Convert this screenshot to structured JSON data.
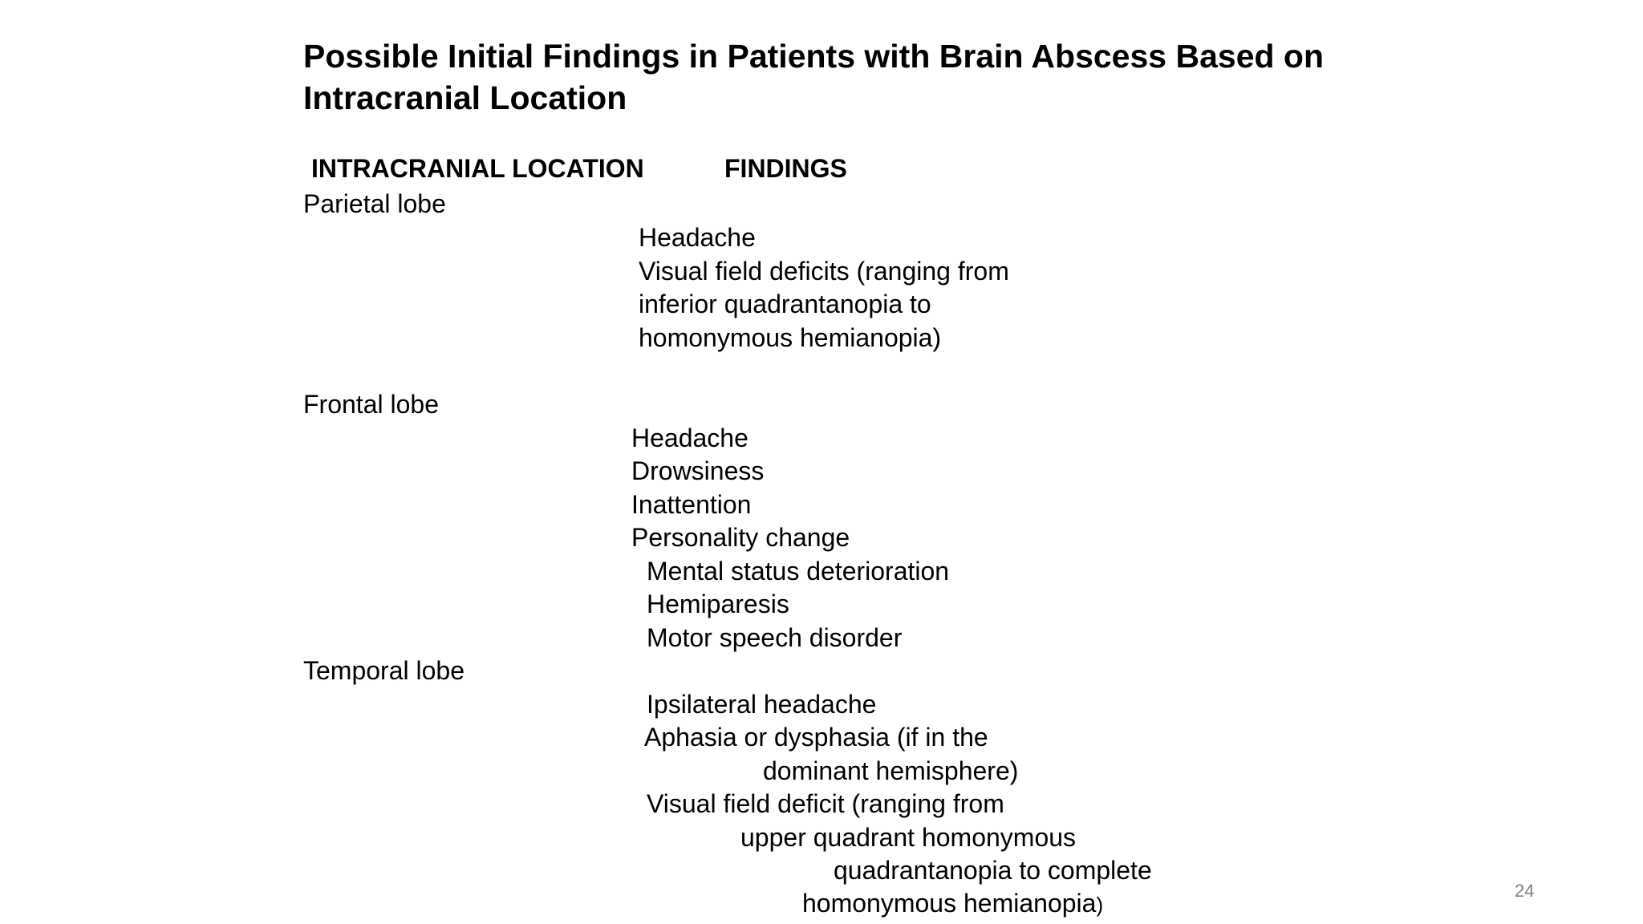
{
  "title": {
    "line1": "Possible Initial Findings in Patients with Brain Abscess Based on",
    "line2": "Intracranial Location"
  },
  "table_headers": {
    "location": "INTRACRANIAL LOCATION",
    "findings": "FINDINGS"
  },
  "sections": {
    "parietal": {
      "location": "Parietal lobe",
      "findings": [
        "Headache",
        "Visual field deficits (ranging from",
        "inferior quadrantanopia to",
        "homonymous hemianopia)"
      ]
    },
    "frontal": {
      "location": "Frontal lobe",
      "findings": [
        "Headache",
        "Drowsiness",
        "Inattention",
        "Personality change",
        "Mental status deterioration",
        "Hemiparesis",
        "Motor speech disorder"
      ]
    },
    "temporal": {
      "location": "Temporal lobe",
      "findings": [
        "Ipsilateral headache",
        "Aphasia or dysphasia (if in the",
        "dominant hemisphere)",
        "Visual field deficit (ranging from",
        "upper quadrant homonymous",
        "quadrantanopia to complete",
        "homonymous hemianopia",
        ")"
      ]
    }
  },
  "page_number": "24"
}
